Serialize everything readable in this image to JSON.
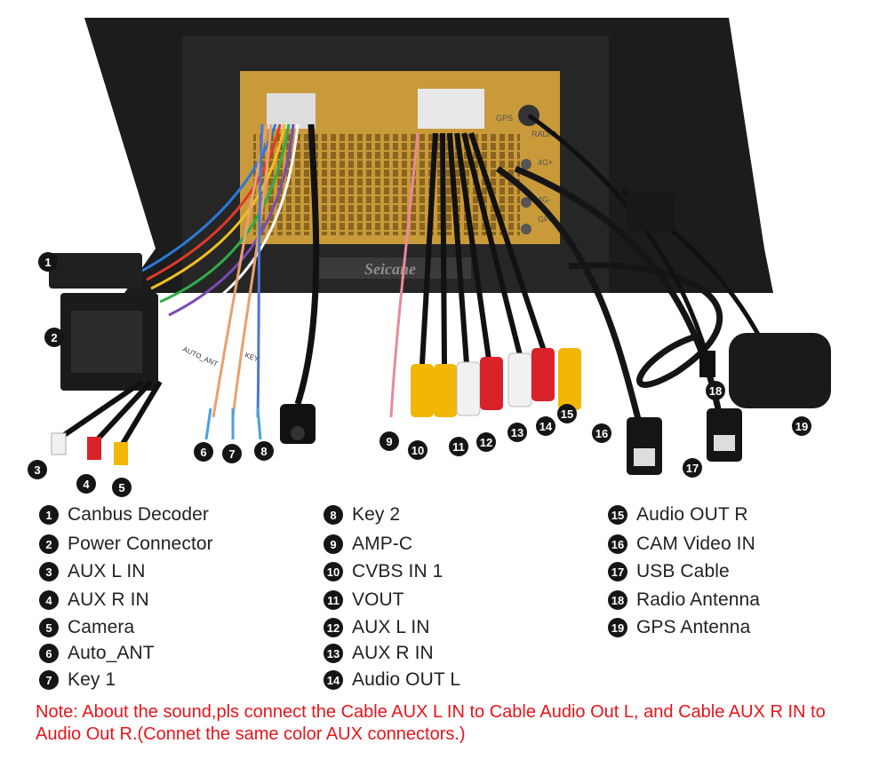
{
  "brand": "Seicane",
  "unit_labels": {
    "gps": "GPS",
    "radio": "RADIO",
    "fourg_plus": "4G+",
    "fourg_minus": "4G-",
    "gps2": "GPS"
  },
  "cable_tags": {
    "auto_ant": "AUTO_ANT",
    "key": "KEY"
  },
  "legend": {
    "col1": [
      {
        "n": "1",
        "label": "Canbus Decoder"
      },
      {
        "n": "2",
        "label": "Power Connector"
      },
      {
        "n": "3",
        "label": "AUX L IN"
      },
      {
        "n": "4",
        "label": "AUX R IN"
      },
      {
        "n": "5",
        "label": "Camera"
      },
      {
        "n": "6",
        "label": "Auto_ANT"
      },
      {
        "n": "7",
        "label": "Key 1"
      }
    ],
    "col2": [
      {
        "n": "8",
        "label": "Key 2"
      },
      {
        "n": "9",
        "label": "AMP-C"
      },
      {
        "n": "10",
        "label": "CVBS IN 1"
      },
      {
        "n": "11",
        "label": "VOUT"
      },
      {
        "n": "12",
        "label": "AUX L IN"
      },
      {
        "n": "13",
        "label": "AUX R IN"
      },
      {
        "n": "14",
        "label": "Audio OUT L"
      }
    ],
    "col3": [
      {
        "n": "15",
        "label": "Audio OUT R"
      },
      {
        "n": "16",
        "label": "CAM Video IN"
      },
      {
        "n": "17",
        "label": "USB Cable"
      },
      {
        "n": "18",
        "label": "Radio Antenna"
      },
      {
        "n": "19",
        "label": "GPS Antenna"
      }
    ]
  },
  "markers": {
    "m1": "1",
    "m2": "2",
    "m3": "3",
    "m4": "4",
    "m5": "5",
    "m6": "6",
    "m7": "7",
    "m8": "8",
    "m9": "9",
    "m10": "10",
    "m11": "11",
    "m12": "12",
    "m13": "13",
    "m14": "14",
    "m15": "15",
    "m16": "16",
    "m17": "17",
    "m18": "18",
    "m19": "19"
  },
  "note": "Note: About the sound,pls connect the Cable AUX L IN to Cable Audio Out L, and Cable AUX R IN to  Audio Out R.(Connet the same color AUX connectors.)",
  "colors": {
    "chassis": "#c99a3a",
    "frame": "#1c1c1c",
    "red": "#d8232a",
    "yellow": "#f2b705",
    "white": "#f1f1f1",
    "note": "#e8141b"
  }
}
